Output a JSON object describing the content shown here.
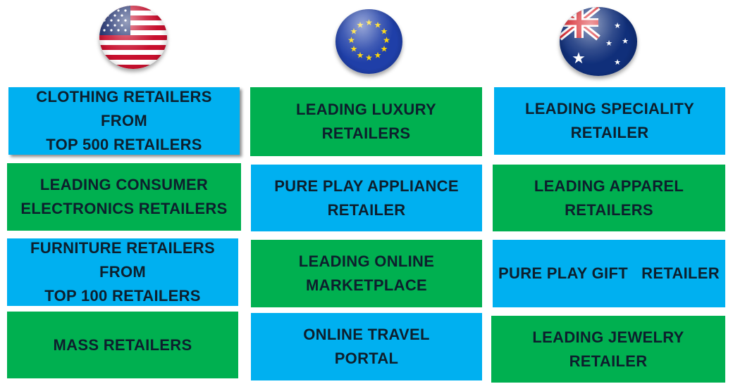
{
  "flags": [
    {
      "name": "usa-flag-icon"
    },
    {
      "name": "eu-flag-icon"
    },
    {
      "name": "australia-flag-icon"
    }
  ],
  "columns": [
    {
      "boxes": [
        {
          "text": "CLOTHING RETAILERS\nFROM\nTOP 500 RETAILERS",
          "color": "#00b0f0"
        },
        {
          "text": "LEADING CONSUMER\nELECTRONICS RETAILERS",
          "color": "#00b050"
        },
        {
          "text": "FURNITURE RETAILERS\nFROM\nTOP 100 RETAILERS",
          "color": "#00b0f0"
        },
        {
          "text": "MASS RETAILERS",
          "color": "#00b050"
        }
      ]
    },
    {
      "boxes": [
        {
          "text": "LEADING LUXURY\nRETAILERS",
          "color": "#00b050"
        },
        {
          "text": "PURE PLAY APPLIANCE\nRETAILER",
          "color": "#00b0f0"
        },
        {
          "text": "LEADING ONLINE\nMARKETPLACE",
          "color": "#00b050"
        },
        {
          "text": "ONLINE TRAVEL\nPORTAL",
          "color": "#00b0f0"
        }
      ]
    },
    {
      "boxes": [
        {
          "text": "LEADING SPECIALITY\nRETAILER",
          "color": "#00b0f0"
        },
        {
          "text": "LEADING APPAREL\nRETAILERS",
          "color": "#00b050"
        },
        {
          "text": "PURE PLAY GIFT   RETAILER",
          "color": "#00b0f0"
        },
        {
          "text": "LEADING JEWELRY\nRETAILER",
          "color": "#00b050"
        }
      ]
    }
  ]
}
